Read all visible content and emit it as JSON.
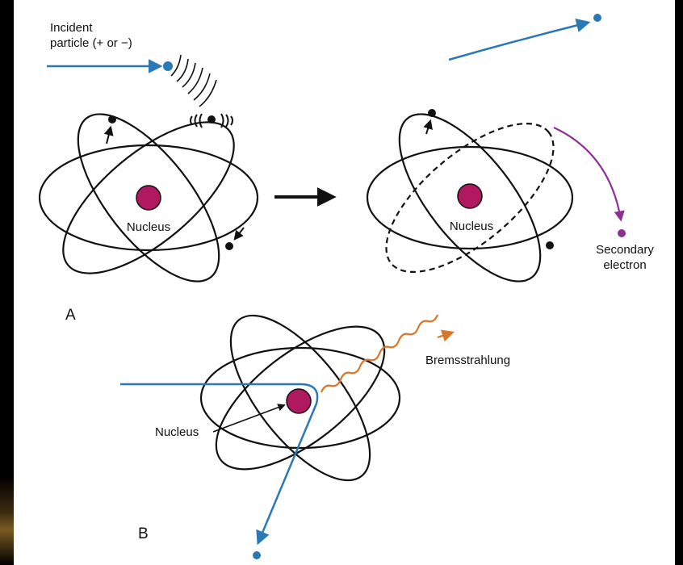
{
  "labels": {
    "incident_line1": "Incident",
    "incident_line2": "particle (+ or −)",
    "nucleus": "Nucleus",
    "secondary_line1": "Secondary",
    "secondary_line2": "electron",
    "panel_a": "A",
    "bremsstrahlung": "Bremsstrahlung",
    "panel_b": "B"
  },
  "colors": {
    "nucleus": "#b0185f",
    "particle_path": "#2a79b5",
    "secondary_electron": "#8e2f96",
    "bremsstrahlung": "#d9762a",
    "background": "#000000"
  }
}
